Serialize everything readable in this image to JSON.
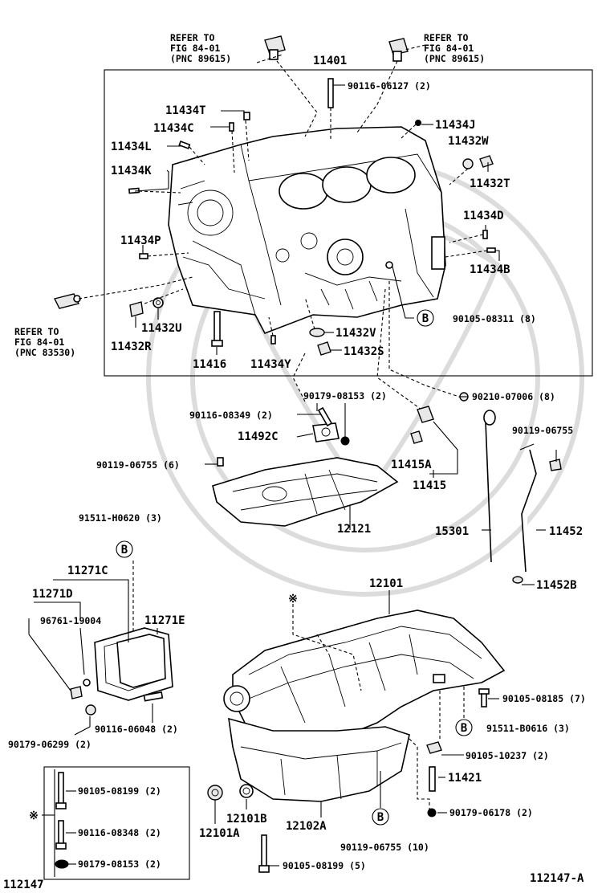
{
  "refs": {
    "top_left": [
      "REFER TO",
      "FIG 84-01",
      "(PNC 89615)"
    ],
    "top_right": [
      "REFER TO",
      "FIG 84-01",
      "(PNC 89615)"
    ],
    "left": [
      "REFER TO",
      "FIG 84-01",
      "(PNC 83530)"
    ]
  },
  "labels": {
    "p11401": "11401",
    "p90116_06127": "90116-06127 (2)",
    "p11434T": "11434T",
    "p11434C": "11434C",
    "p11434L": "11434L",
    "p11434K": "11434K",
    "p11434J": "11434J",
    "p11432W": "11432W",
    "p11432T": "11432T",
    "p11434D": "11434D",
    "p11434P": "11434P",
    "p11434B": "11434B",
    "p11432U": "11432U",
    "p11432R": "11432R",
    "p11416": "11416",
    "p11434Y": "11434Y",
    "p11432V": "11432V",
    "p11432S": "11432S",
    "p90105_08311": "90105-08311 (8)",
    "p90179_08153": "90179-08153 (2)",
    "p90210_07006": "90210-07006 (8)",
    "p90116_08349": "90116-08349 (2)",
    "p11492C": "11492C",
    "p90119_06755_r": "90119-06755",
    "p90119_06755_6": "90119-06755 (6)",
    "p11415A": "11415A",
    "p11415": "11415",
    "p12121": "12121",
    "p91511_H0620": "91511-H0620 (3)",
    "p15301": "15301",
    "p11452": "11452",
    "p11271C": "11271C",
    "p11271D": "11271D",
    "p96761_19004": "96761-19004",
    "p11271E": "11271E",
    "p11452B": "11452B",
    "p12101": "12101",
    "p90105_08185": "90105-08185 (7)",
    "p91511_B0616": "91511-B0616 (3)",
    "p90116_06048": "90116-06048 (2)",
    "p90179_06299": "90179-06299 (2)",
    "p90105_10237": "90105-10237 (2)",
    "p11421": "11421",
    "p90105_08199_box": "90105-08199 (2)",
    "p90116_08348": "90116-08348 (2)",
    "p90179_08153_box": "90179-08153 (2)",
    "p12101B": "12101B",
    "p12101A": "12101A",
    "p12102A": "12102A",
    "p90179_06178": "90179-06178 (2)",
    "p90119_06755_10": "90119-06755 (10)",
    "p90105_08199_5": "90105-08199 (5)",
    "fig_left": "112147",
    "fig_right": "112147-A"
  },
  "markers": {
    "b": "B",
    "asterisk": "※"
  }
}
